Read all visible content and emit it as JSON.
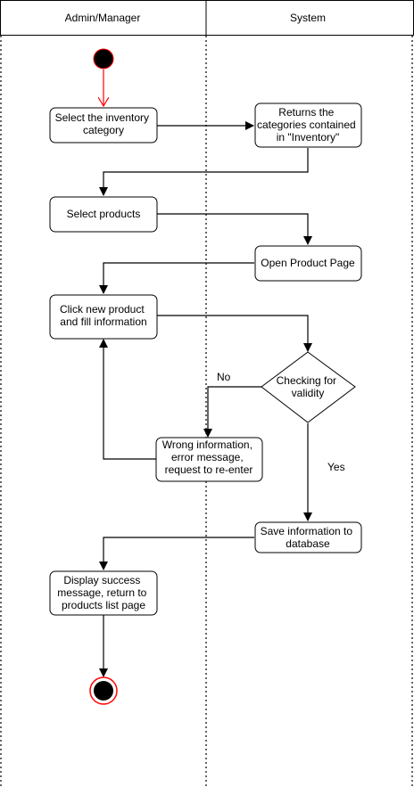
{
  "lanes": {
    "left": "Admin/Manager",
    "right": "System"
  },
  "nodes": {
    "select_category": [
      "Select the inventory",
      "category"
    ],
    "returns_categories": [
      "Returns the",
      "categories contained",
      "in \"Inventory\""
    ],
    "select_products": [
      "Select products"
    ],
    "open_product_page": [
      "Open Product Page"
    ],
    "click_new_product": [
      "Click new product",
      "and fill information"
    ],
    "checking_validity": [
      "Checking for",
      "validity"
    ],
    "wrong_information": [
      "Wrong information,",
      "error message,",
      "request to re-enter"
    ],
    "save_information": [
      "Save information to",
      "database"
    ],
    "display_success": [
      "Display success",
      "message, return to",
      "products list page"
    ]
  },
  "edge_labels": {
    "no": "No",
    "yes": "Yes"
  },
  "colors": {
    "start_fill": "#000000",
    "start_stroke": "#ff0000",
    "end_ring": "#ff0000",
    "initial_arrow": "#ff0000",
    "line": "#000000"
  }
}
